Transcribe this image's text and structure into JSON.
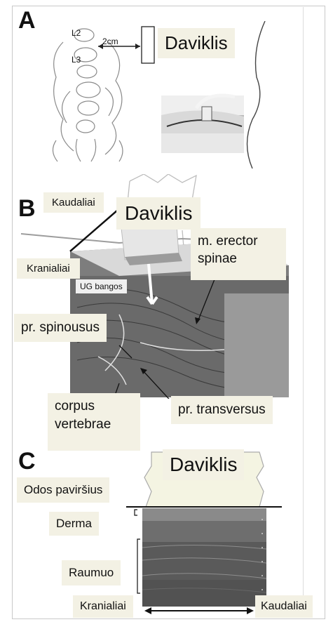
{
  "panel_a": {
    "letter": "A",
    "spine_labels": [
      "L2",
      "L3"
    ],
    "distance_label": "2cm",
    "probe_label": "Daviklis"
  },
  "panel_b": {
    "letter": "B",
    "kaudaliai": "Kaudaliai",
    "probe_label": "Daviklis",
    "kranialiai": "Kranialiai",
    "ug_bangos": "UG bangos",
    "erector_line1": "m. erector",
    "erector_line2": "spinae",
    "spinousus": "pr. spinousus",
    "corpus_line1": "corpus",
    "corpus_line2": "vertebrae",
    "transversus": "pr. transversus"
  },
  "panel_c": {
    "letter": "C",
    "probe_label": "Daviklis",
    "skin": "Odos paviršius",
    "derma": "Derma",
    "muscle": "Raumuo",
    "kranialiai": "Kranialiai",
    "kaudaliai": "Kaudaliai"
  }
}
